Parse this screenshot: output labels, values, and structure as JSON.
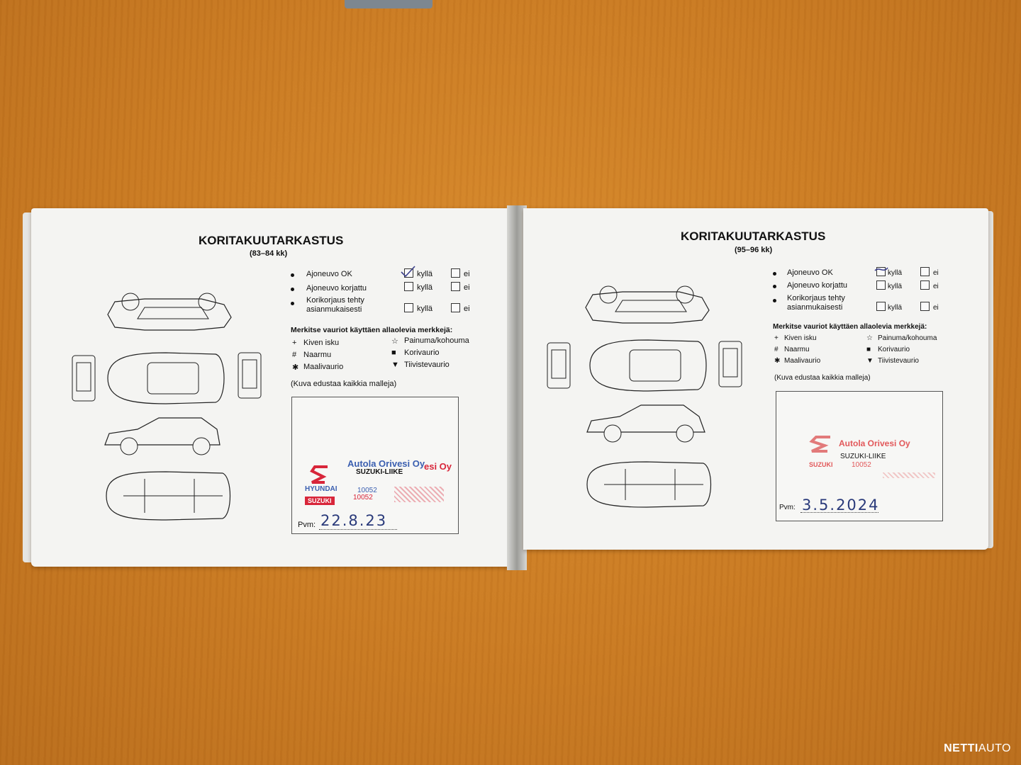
{
  "left": {
    "title": "KORITAKUUTARKASTUS",
    "subtitle": "(83–84 kk)",
    "items": [
      {
        "label": "Ajoneuvo OK",
        "yes": "kyllä",
        "no": "ei"
      },
      {
        "label": "Ajoneuvo korjattu",
        "yes": "kyllä",
        "no": "ei"
      },
      {
        "label": "Korikorjaus tehty",
        "label2": "asianmukaisesti",
        "yes": "kyllä",
        "no": "ei"
      }
    ],
    "legend_title": "Merkitse vauriot käyttäen allaolevia merkkejä:",
    "legend": [
      {
        "sym": "+",
        "text": "Kiven isku"
      },
      {
        "sym": "☆",
        "text": "Painuma/kohouma"
      },
      {
        "sym": "#",
        "text": "Naarmu"
      },
      {
        "sym": "■",
        "text": "Korivaurio"
      },
      {
        "sym": "✱",
        "text": "Maalivaurio"
      },
      {
        "sym": "▼",
        "text": "Tiivistevaurio"
      }
    ],
    "note": "(Kuva edustaa kaikkia malleja)",
    "stamp": {
      "company": "Autola Orivesi Oy",
      "company_partial": "esi Oy",
      "dealer": "SUZUKI-LIIKE",
      "hyundai": "HYUNDAI",
      "suzuki": "SUZUKI",
      "code1": "10052",
      "code2": "10052"
    },
    "pvm_label": "Pvm:",
    "date": "22.8.23"
  },
  "right": {
    "title": "KORITAKUUTARKASTUS",
    "subtitle": "(95–96 kk)",
    "items": [
      {
        "label": "Ajoneuvo OK",
        "yes": "kyllä",
        "no": "ei"
      },
      {
        "label": "Ajoneuvo korjattu",
        "yes": "kyllä",
        "no": "ei"
      },
      {
        "label": "Korikorjaus tehty",
        "label2": "asianmukaisesti",
        "yes": "kyllä",
        "no": "ei"
      }
    ],
    "legend_title": "Merkitse vauriot käyttäen allaolevia merkkejä:",
    "legend": [
      {
        "sym": "+",
        "text": "Kiven isku"
      },
      {
        "sym": "☆",
        "text": "Painuma/kohouma"
      },
      {
        "sym": "#",
        "text": "Naarmu"
      },
      {
        "sym": "■",
        "text": "Korivaurio"
      },
      {
        "sym": "✱",
        "text": "Maalivaurio"
      },
      {
        "sym": "▼",
        "text": "Tiivistevaurio"
      }
    ],
    "note": "(Kuva edustaa kaikkia malleja)",
    "stamp": {
      "company": "Autola Orivesi Oy",
      "dealer": "SUZUKI-LIIKE",
      "suzuki": "SUZUKI",
      "code": "10052"
    },
    "pvm_label": "Pvm:",
    "date": "3.5.2024"
  },
  "watermark": {
    "part1": "NETTI",
    "part2": "AUTO"
  },
  "colors": {
    "desk": "#c97a22",
    "paper": "#f4f4f2",
    "stamp_red": "#d8263a",
    "stamp_blue": "#3b5fb0",
    "ink": "#2a3a7a"
  }
}
